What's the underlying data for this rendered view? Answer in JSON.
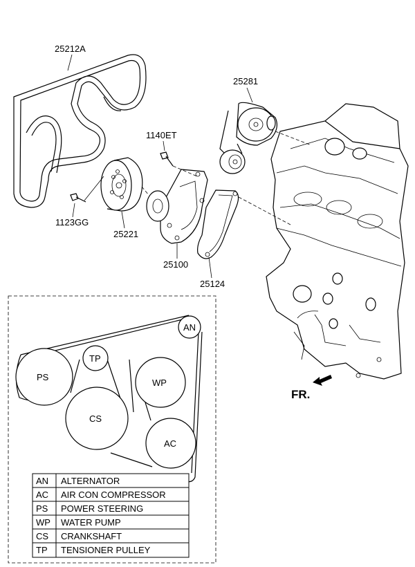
{
  "parts": {
    "belt": "25212A",
    "tensioner": "25281",
    "bolt_top": "1140ET",
    "bolt_left": "1123GG",
    "pump_pulley": "25221",
    "water_pump": "25100",
    "gasket": "25124"
  },
  "front_indicator": "FR.",
  "pulleys": {
    "an": "AN",
    "ps": "PS",
    "tp": "TP",
    "wp": "WP",
    "cs": "CS",
    "ac": "AC"
  },
  "legend": [
    {
      "code": "AN",
      "name": "ALTERNATOR"
    },
    {
      "code": "AC",
      "name": "AIR CON COMPRESSOR"
    },
    {
      "code": "PS",
      "name": "POWER STEERING"
    },
    {
      "code": "WP",
      "name": "WATER PUMP"
    },
    {
      "code": "CS",
      "name": "CRANKSHAFT"
    },
    {
      "code": "TP",
      "name": "TENSIONER PULLEY"
    }
  ]
}
